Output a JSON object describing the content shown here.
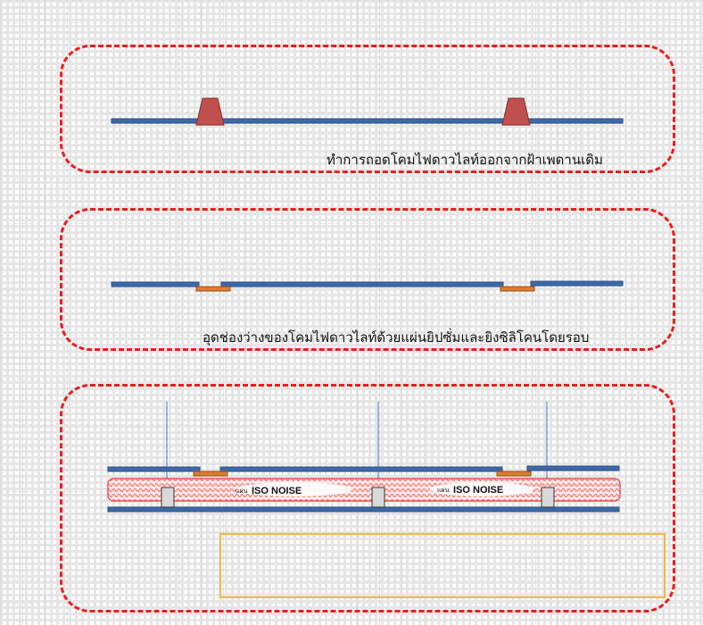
{
  "panels": [
    {
      "caption": "ทำการถอดโคมไฟดาวไลท์ออกจากฝ้าเพดานเดิม"
    },
    {
      "caption": "อุดช่องว่างของโคมไฟดาวไลท์ด้วยแผ่นยิปซั่มและยิงซิลิโคนโดยรอบ"
    },
    {
      "caption": ""
    }
  ],
  "iso_labels": [
    {
      "prefix": "แผ่น",
      "text": "ISO NOISE"
    },
    {
      "prefix": "แผ่น",
      "text": "ISO NOISE"
    }
  ],
  "colors": {
    "dashed_border": "#ee1c1c",
    "ceiling_board": "#3d69a8",
    "fixture_cap": "#c0504d",
    "gypsum_patch": "#e07b30",
    "iso_layer": "#ff5a5a",
    "hanger_rod": "#4472c4",
    "empty_box_border": "#f5b54a"
  }
}
